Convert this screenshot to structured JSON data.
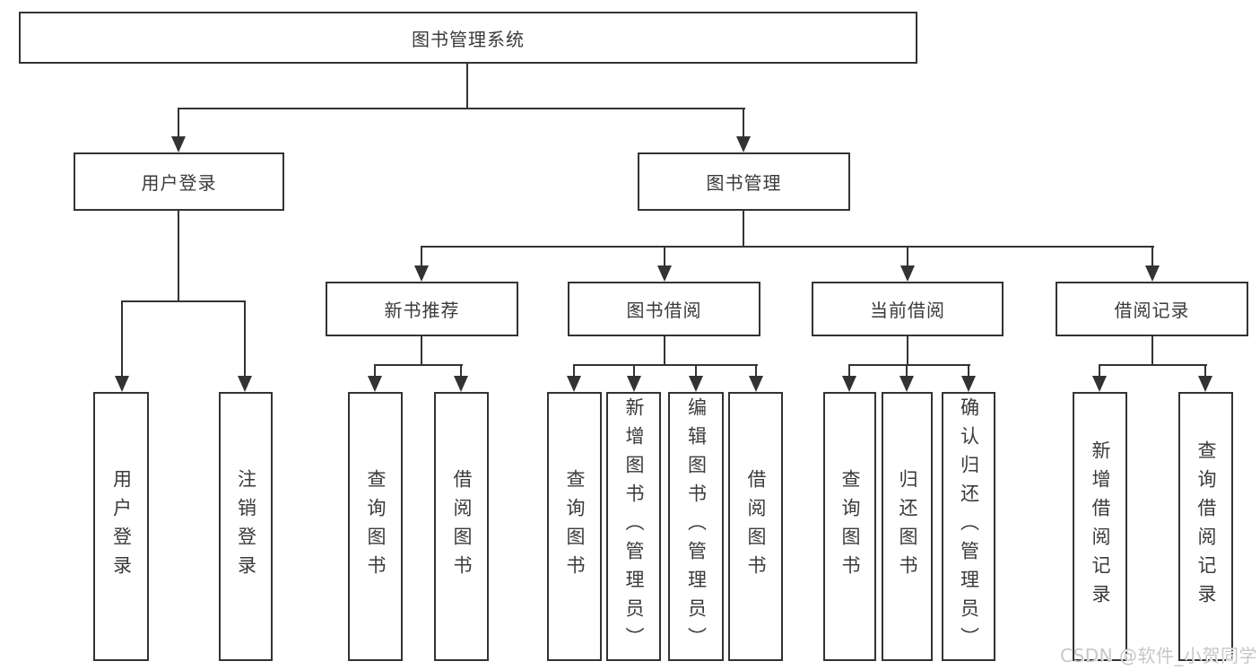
{
  "diagram": {
    "title": "图书管理系统",
    "level2": {
      "user_login": "用户登录",
      "book_mgmt": "图书管理"
    },
    "level3": {
      "new_books": "新书推荐",
      "book_borrow": "图书借阅",
      "current_borrow": "当前借阅",
      "borrow_records": "借阅记录"
    },
    "leaves": {
      "user_login": "用户登录",
      "logout": "注销登录",
      "nb_query": "查询图书",
      "nb_borrow": "借阅图书",
      "bb_query": "查询图书",
      "bb_add": "新增图书（管理员）",
      "bb_edit": "编辑图书（管理员）",
      "bb_borrow": "借阅图书",
      "cb_query": "查询图书",
      "cb_return": "归还图书",
      "cb_confirm": "确认归还（管理员）",
      "br_add": "新增借阅记录",
      "br_query": "查询借阅记录"
    },
    "watermark": "CSDN @软件_小贺同学",
    "colors": {
      "line": "#333333",
      "text": "#3a3a3a",
      "watermark": "#c7c7c7"
    }
  }
}
